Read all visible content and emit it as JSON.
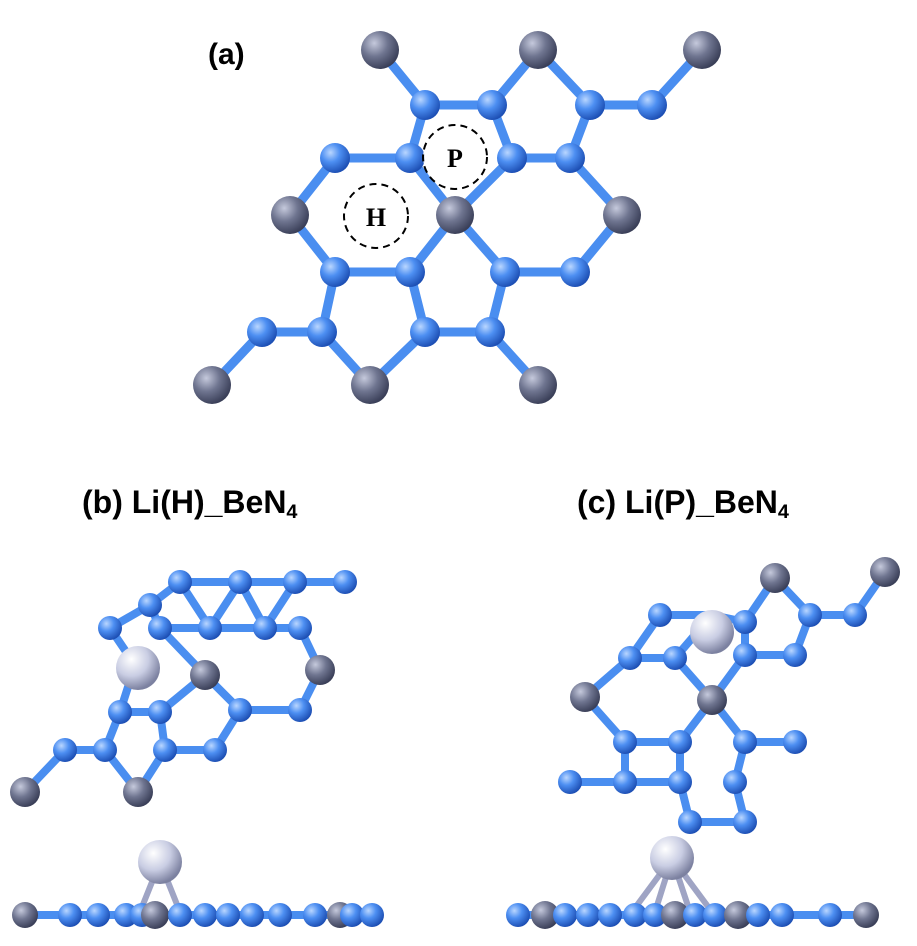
{
  "panels": {
    "a": {
      "label": "(a)",
      "site_h": "H",
      "site_p": "P"
    },
    "b": {
      "label_main": "(b) Li(H)_BeN",
      "label_sub": "4"
    },
    "c": {
      "label_main": "(c) Li(P)_BeN",
      "label_sub": "4"
    }
  },
  "colors": {
    "nitrogen": "#4a8ef0",
    "beryllium": "#6f7590",
    "lithium": "#d4d8ea",
    "bond": "#4a8ef0"
  }
}
